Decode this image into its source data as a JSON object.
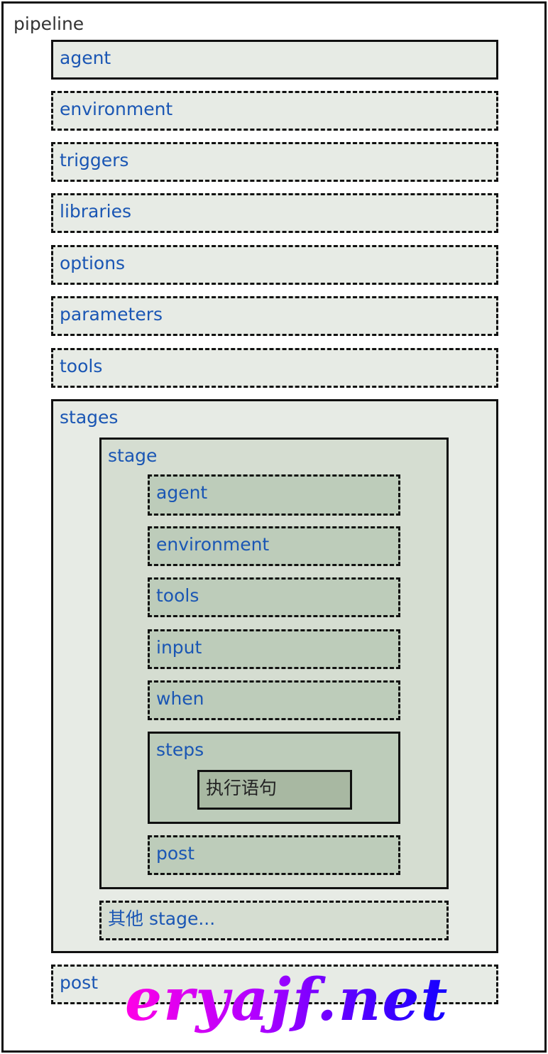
{
  "diagram": {
    "root_label": "pipeline",
    "sections": {
      "agent": "agent",
      "environment": "environment",
      "triggers": "triggers",
      "libraries": "libraries",
      "options": "options",
      "parameters": "parameters",
      "tools": "tools",
      "stages": "stages",
      "post": "post"
    },
    "stage": {
      "label": "stage",
      "agent": "agent",
      "environment": "environment",
      "tools": "tools",
      "input": "input",
      "when": "when",
      "steps": "steps",
      "step_statement": "执行语句",
      "post": "post"
    },
    "other_stage": "其他 stage...",
    "watermark": "eryajf.net"
  },
  "colors": {
    "label_blue": "#1a56b4",
    "level1_bg": "#e7ebe5",
    "level2_bg": "#d5ddd1",
    "level3_bg": "#bdccba",
    "level4_bg": "#a8b8a2"
  }
}
